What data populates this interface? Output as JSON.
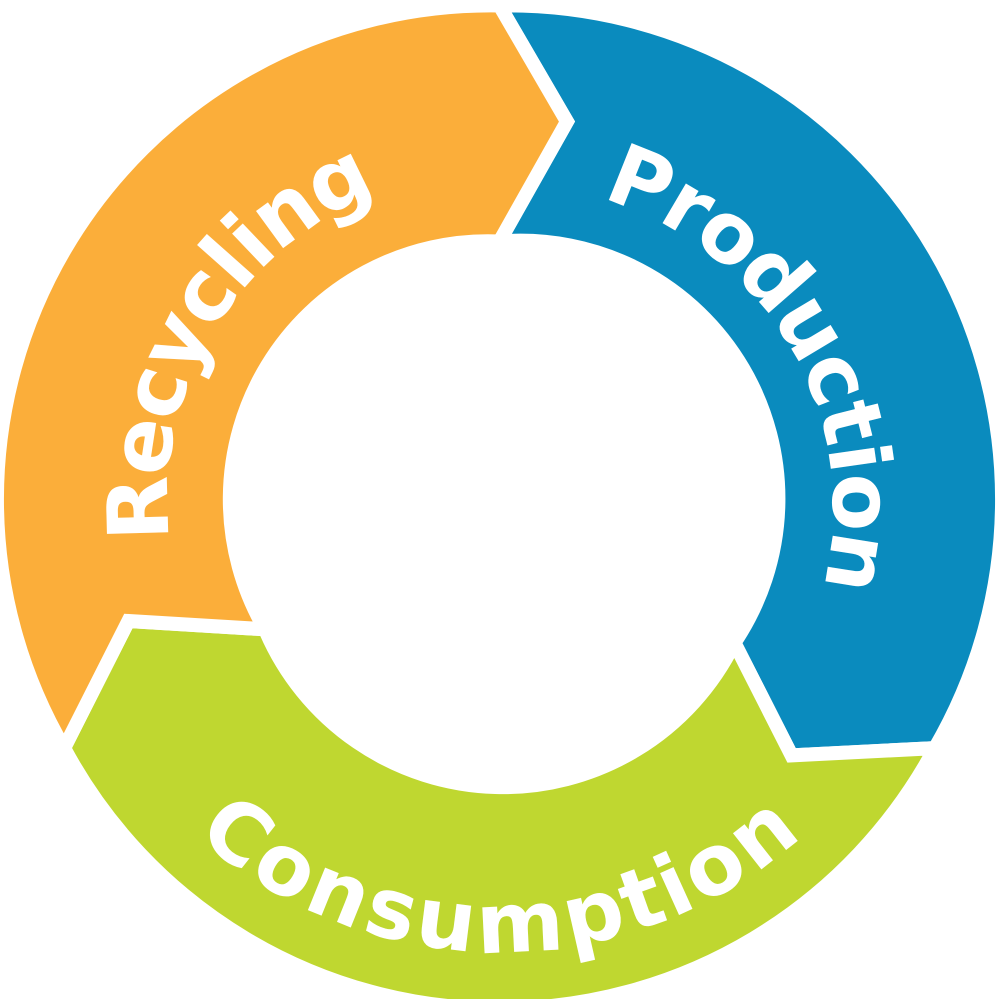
{
  "diagram": {
    "type": "cycle",
    "background_color": "#ffffff",
    "separator_color": "#ffffff",
    "stages": [
      {
        "key": "production",
        "label": "Production",
        "color": "#0a8bbe"
      },
      {
        "key": "consumption",
        "label": "Consumption",
        "color": "#bfd730"
      },
      {
        "key": "recycling",
        "label": "Recycling",
        "color": "#fbae3a"
      }
    ]
  }
}
